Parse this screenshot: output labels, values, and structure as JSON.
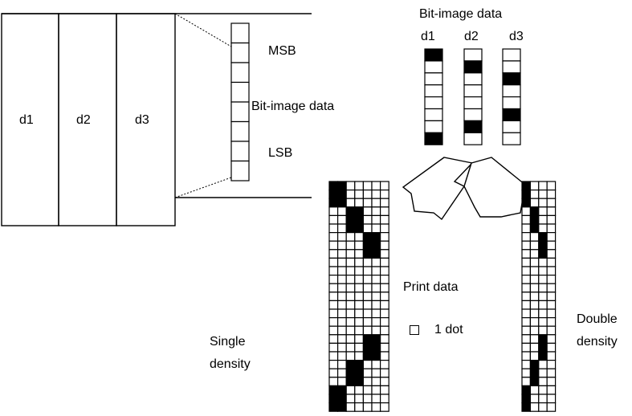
{
  "columns": [
    "d1",
    "d2",
    "d3"
  ],
  "zoom": {
    "msb_label": "MSB",
    "lsb_label": "LSB",
    "data_label": "Bit-image data"
  },
  "bytes_panel": {
    "title": "Bit-image data",
    "headers": [
      "d1",
      "d2",
      "d3"
    ],
    "bits": [
      [
        1,
        0,
        0,
        0,
        0,
        0,
        0,
        1
      ],
      [
        0,
        1,
        0,
        0,
        0,
        0,
        1,
        0
      ],
      [
        0,
        0,
        1,
        0,
        0,
        1,
        0,
        0
      ]
    ]
  },
  "print_data_label": "Print data",
  "legend_label": "1 dot",
  "single_density_label": "Single density",
  "double_density_label": "Double density",
  "colors": {
    "line": "#000000",
    "fill": "#000000",
    "paper": "#ffffff"
  }
}
